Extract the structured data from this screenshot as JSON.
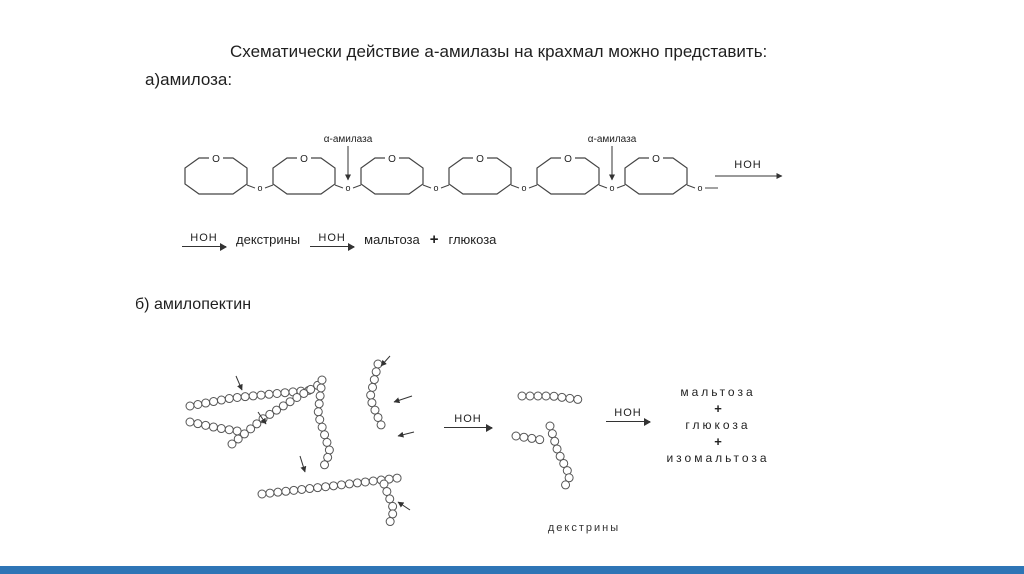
{
  "slide": {
    "title": "Схематически действие а-амилазы на крахмал можно представить:",
    "section_a_label": "а)амилоза:",
    "section_b_label": "б) амилопектин",
    "accent_color": "#2e75b6"
  },
  "amylose": {
    "enzyme_label_1": "α-амилаза",
    "enzyme_label_2": "α-амилаза",
    "ring_oxygen": "O",
    "link_oxygen": "o",
    "hoh_end": "НОН",
    "reaction_row": {
      "hoh_1": "НОН",
      "dextrins": "декстрины",
      "hoh_2": "НОН",
      "maltose": "мальтоза",
      "plus": "+",
      "glucose": "глюкоза"
    }
  },
  "amylopectin": {
    "hoh_1": "НОН",
    "hoh_2": "НОН",
    "dextrins_label": "декстрины",
    "products": [
      "мальтоза",
      "+",
      "глюкоза",
      "+",
      "изомальтоза"
    ]
  }
}
